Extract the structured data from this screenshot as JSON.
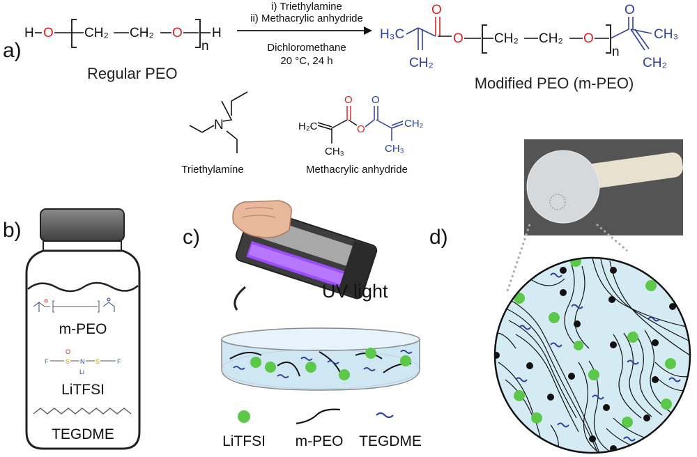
{
  "panels": {
    "a": "a)",
    "b": "b)",
    "c": "c)",
    "d": "d)"
  },
  "reaction": {
    "reactant_label": "Regular PEO",
    "product_label": "Modified PEO (m-PEO)",
    "reagent_1": "i) Triethylamine",
    "reagent_2": "ii) Methacrylic anhydride",
    "solvent": "Dichloromethane",
    "temp_time": "20 °C, 24 h",
    "reactant_formula": {
      "h1": "H",
      "o": "O",
      "ch2a": "CH₂",
      "ch2b": "CH₂",
      "o2": "O",
      "n": "n",
      "h2": "H"
    },
    "product_formula": {
      "h3c": "H₃C",
      "o_top": "O",
      "o_link": "O",
      "ch2_left": "CH₂",
      "ch2a": "CH₂",
      "ch2b": "CH₂",
      "o_chain": "O",
      "n": "n",
      "o_top2": "O",
      "ch3": "CH₃",
      "ch2_right": "CH₂"
    }
  },
  "reagents": {
    "triethylamine": {
      "label": "Triethylamine",
      "n": "N"
    },
    "anhydride": {
      "label": "Methacrylic anhydride",
      "h2c": "H₂C",
      "ch2": "CH₂",
      "ch3a": "CH₃",
      "ch3b": "CH₃",
      "o1": "O",
      "o2": "O",
      "o3": "O"
    }
  },
  "bottle": {
    "items": [
      "m-PEO",
      "LiTFSI",
      "TEGDME"
    ],
    "litfsi_atoms": {
      "f3c": "F",
      "s": "S",
      "n": "N",
      "li": "Li",
      "o": "O"
    }
  },
  "panel_c": {
    "uv_label": "UV light"
  },
  "legend": {
    "items": [
      "LiTFSI",
      "m-PEO",
      "TEGDME"
    ]
  },
  "colors": {
    "oxygen_red": "#dd2222",
    "methacrylate_blue": "#2b3f9e",
    "lithium_salt_green": "#5cc84a",
    "uv_purple": "#8a2be2"
  },
  "icons": [
    "uv-lamp-icon",
    "hand-icon",
    "petri-dish-icon",
    "membrane-photo-icon",
    "bottle-icon"
  ]
}
